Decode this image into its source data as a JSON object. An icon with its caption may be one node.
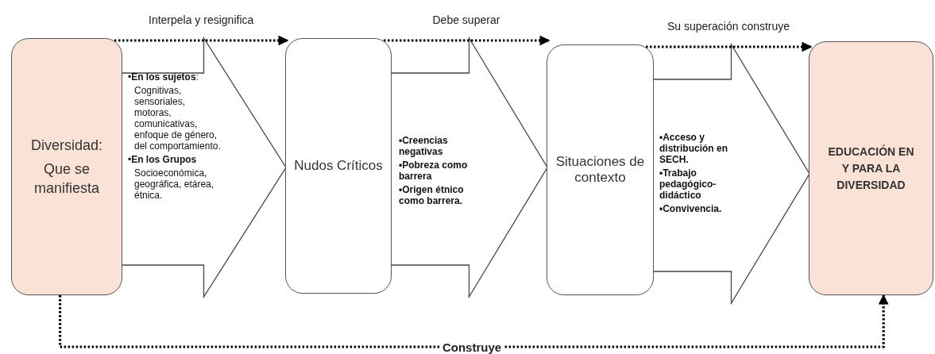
{
  "diagram": {
    "nodes": [
      {
        "text": [
          "Diversidad:",
          "Que se manifiesta"
        ]
      },
      {
        "text": [
          "•**En los sujetos**:",
          "Cognitivas, sensoriales, motoras, comunicativas, enfoque de género, del comportamiento.",
          "•**En los Grupos**",
          "Socioeconómica, geográfica, etárea, étnica."
        ]
      },
      {
        "text": [
          "Nudos Críticos"
        ]
      },
      {
        "text": [
          "•Creencias negativas",
          "•Pobreza como barrera",
          "•Origen étnico como barrera."
        ]
      },
      {
        "text": [
          "Situaciones de contexto"
        ]
      },
      {
        "text": [
          "•Acceso y distribución en SECH.",
          "•Trabajo pedagógico-didáctico",
          "•Convivencia."
        ]
      },
      {
        "text": [
          "EDUCACIÓN EN Y PARA LA DIVERSIDAD"
        ]
      }
    ],
    "edges": [
      {
        "from": 0,
        "to": 2,
        "arrow": "to",
        "label": "Interpela y resignifica"
      },
      {
        "from": 2,
        "to": 4,
        "arrow": "to",
        "label": "Debe superar"
      },
      {
        "from": 4,
        "to": 6,
        "arrow": "to",
        "label": "Su superación construye"
      },
      {
        "from": 0,
        "to": 6,
        "arrow": "to",
        "label": "Construye"
      },
      {
        "from": 0,
        "to": 2,
        "arrow": "to",
        "style": "thick"
      },
      {
        "from": 2,
        "to": 4,
        "arrow": "to",
        "style": "thick"
      },
      {
        "from": 4,
        "to": 6,
        "arrow": "to",
        "style": "thick"
      }
    ]
  }
}
